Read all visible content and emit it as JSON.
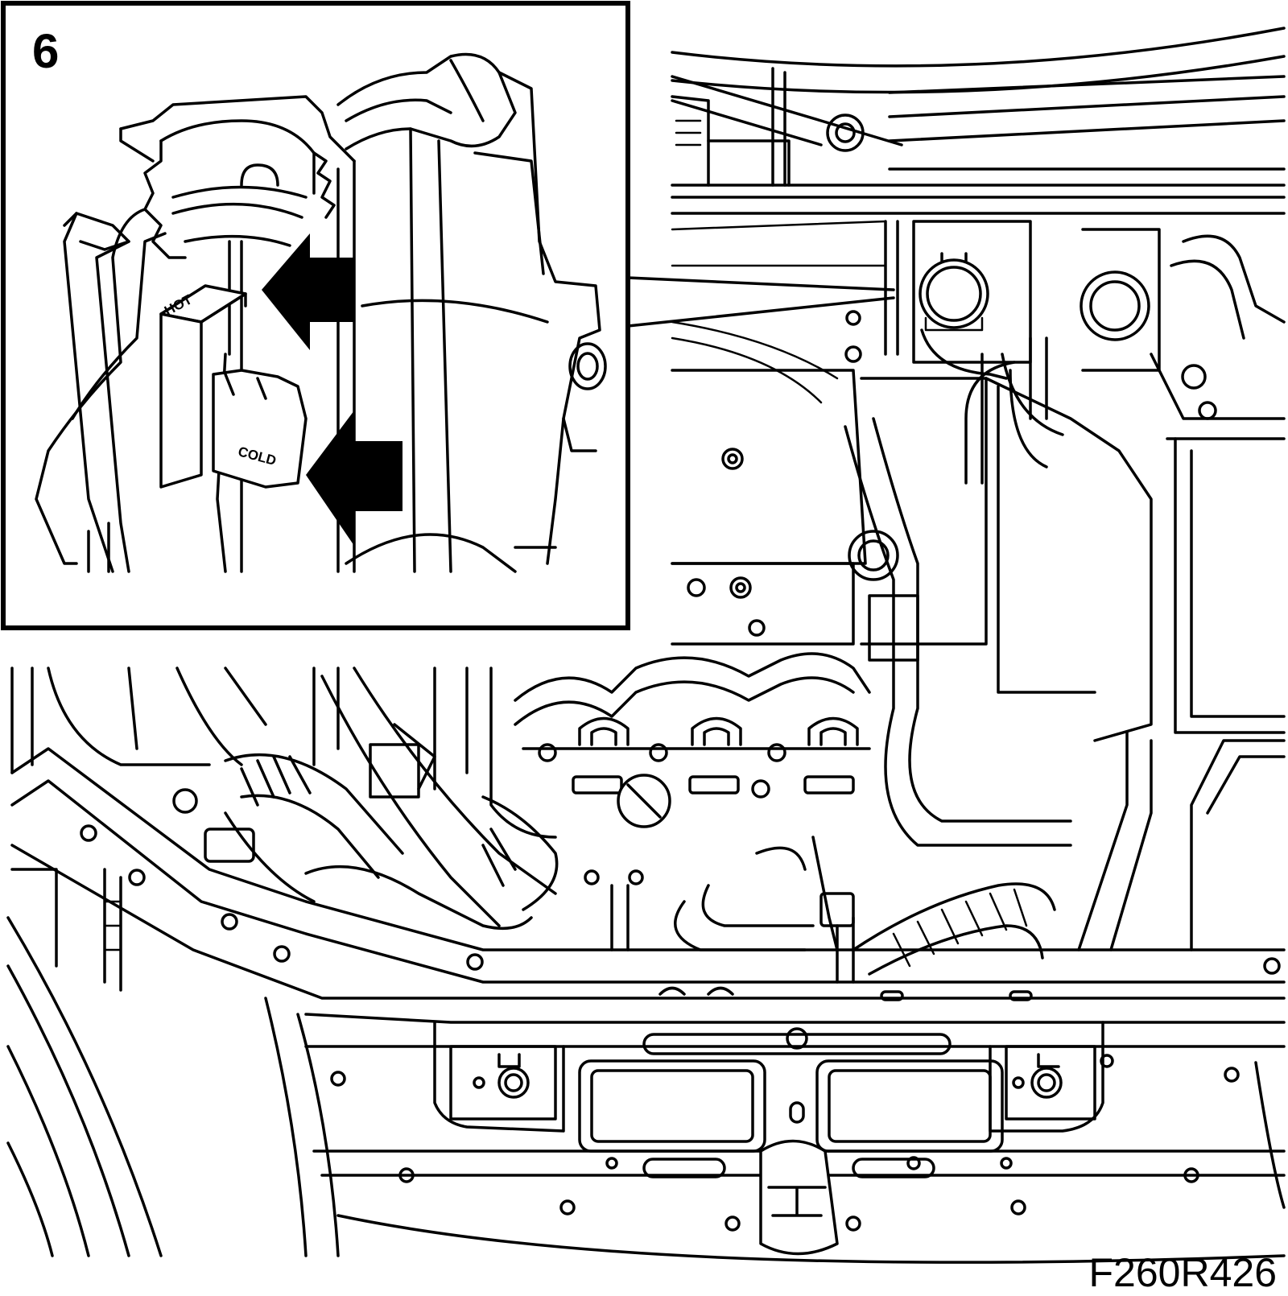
{
  "figure": {
    "step_number": "6",
    "figure_code": "F260R426",
    "detail_label_upper": "HOT",
    "detail_label_lower": "COLD"
  },
  "colors": {
    "line": "#000000",
    "background": "#ffffff"
  },
  "icons": {
    "arrow_upper": "arrow-left-icon",
    "arrow_lower": "arrow-left-icon"
  }
}
